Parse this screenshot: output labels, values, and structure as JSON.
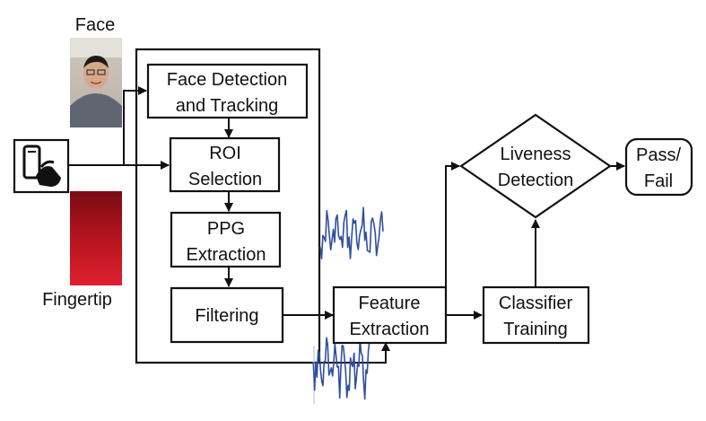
{
  "labels": {
    "face": "Face",
    "fingertip": "Fingertip"
  },
  "nodes": {
    "face_detection": [
      "Face Detection",
      "and Tracking"
    ],
    "roi_selection": [
      "ROI",
      "Selection"
    ],
    "ppg_extraction": [
      "PPG",
      "Extraction"
    ],
    "filtering": [
      "Filtering"
    ],
    "feature_extraction": [
      "Feature",
      "Extraction"
    ],
    "classifier_training": [
      "Classifier",
      "Training"
    ],
    "liveness_detection": [
      "Liveness",
      "Detection"
    ],
    "pass_fail": [
      "Pass/",
      "Fail"
    ]
  },
  "icons": {
    "phone": "hand-holding-phone-icon",
    "face_photo": "face-photo",
    "fingertip_photo": "fingertip-photo"
  },
  "colors": {
    "stroke": "#111111",
    "signal": "#2f4f9f",
    "fingertip_dark": "#b0141c",
    "fingertip_light": "#e02030"
  }
}
